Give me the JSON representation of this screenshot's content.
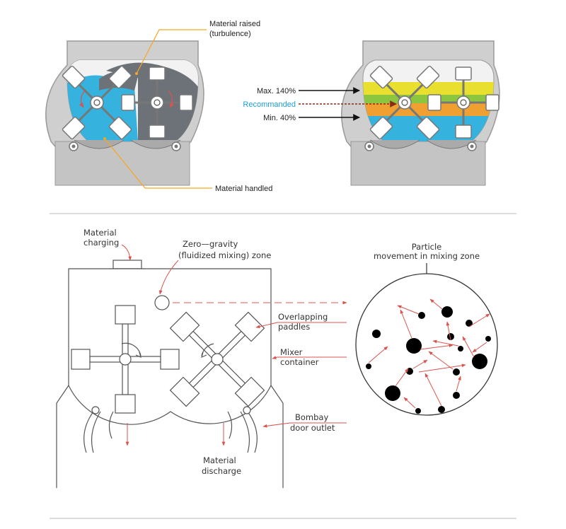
{
  "top_left": {
    "label_raised_1": "Material raised",
    "label_raised_2": "(turbulence)",
    "label_handled": "Material handled"
  },
  "top_right": {
    "label_max": "Max. 140%",
    "label_recommended": "Recommanded",
    "label_min": "Min. 40%"
  },
  "bottom": {
    "label_charging_1": "Material",
    "label_charging_2": "charging",
    "label_zero_gravity_1": "Zero—gravity",
    "label_zero_gravity_2": "(fluidized mixing) zone",
    "label_overlapping_1": "Overlapping",
    "label_overlapping_2": "paddles",
    "label_container_1": "Mixer",
    "label_container_2": "container",
    "label_bombay_1": "Bombay",
    "label_bombay_2": "door outlet",
    "label_discharge_1": "Material",
    "label_discharge_2": "discharge",
    "label_particle_1": "Particle",
    "label_particle_2": "movement in mixing zone"
  },
  "colors": {
    "steel_light": "#dcdcdc",
    "steel_mid": "#b9b9b9",
    "steel_dark": "#8e8e8e",
    "material_blue": "#35b2dd",
    "raised_grey": "#6d7278",
    "level_yellow": "#e9df2e",
    "level_green": "#8cc63f",
    "level_orange": "#f0a030",
    "leader_orange": "#f5a623",
    "arrow_red": "#d9534f",
    "recommended_blue": "#1aa0d8"
  }
}
